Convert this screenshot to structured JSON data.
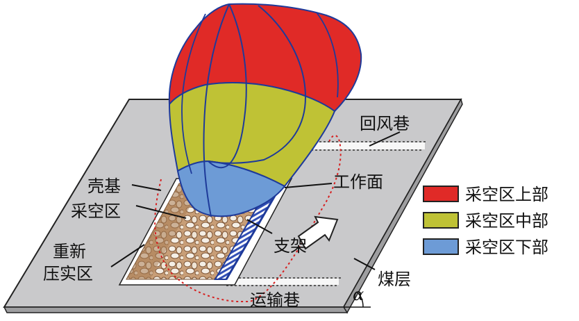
{
  "labels": {
    "shell_base": "壳基",
    "goaf": "采空区",
    "recompacted_line1": "重新",
    "recompacted_line2": "压实区",
    "return_airway": "回风巷",
    "working_face": "工作面",
    "support": "支架",
    "coal_seam": "煤层",
    "haulage_roadway": "运输巷",
    "dip_angle": "α"
  },
  "legend": [
    {
      "label": "采空区上部",
      "color": "#e02a27"
    },
    {
      "label": "采空区中部",
      "color": "#bfc235"
    },
    {
      "label": "采空区下部",
      "color": "#6d9bd6"
    }
  ],
  "colors": {
    "seam_fill": "#c9c9cb",
    "rubble": "#b98e68",
    "outline_blue": "#1e3a9a",
    "dashed_red": "#d61f1f",
    "support_blue": "#3350b5"
  }
}
